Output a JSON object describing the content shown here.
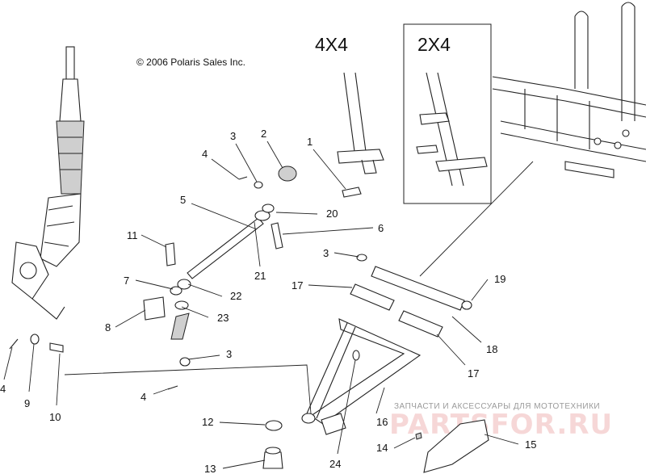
{
  "copyright": "© 2006 Polaris Sales Inc.",
  "headings": {
    "four_by_four": "4X4",
    "two_by_four": "2X4"
  },
  "callouts": [
    "1",
    "2",
    "3",
    "4",
    "5",
    "6",
    "3",
    "7",
    "8",
    "11",
    "17",
    "19",
    "20",
    "21",
    "22",
    "23",
    "18",
    "17",
    "3",
    "4",
    "4",
    "9",
    "10",
    "12",
    "13",
    "14",
    "15",
    "16",
    "24"
  ],
  "watermark": {
    "caption": "ЗАПЧАСТИ И АКСЕССУАРЫ ДЛЯ МОТОТЕХНИКИ",
    "logo": "PARTSFOR.RU"
  },
  "colors": {
    "line": "#222222",
    "watermark": "#f3c9c9"
  }
}
